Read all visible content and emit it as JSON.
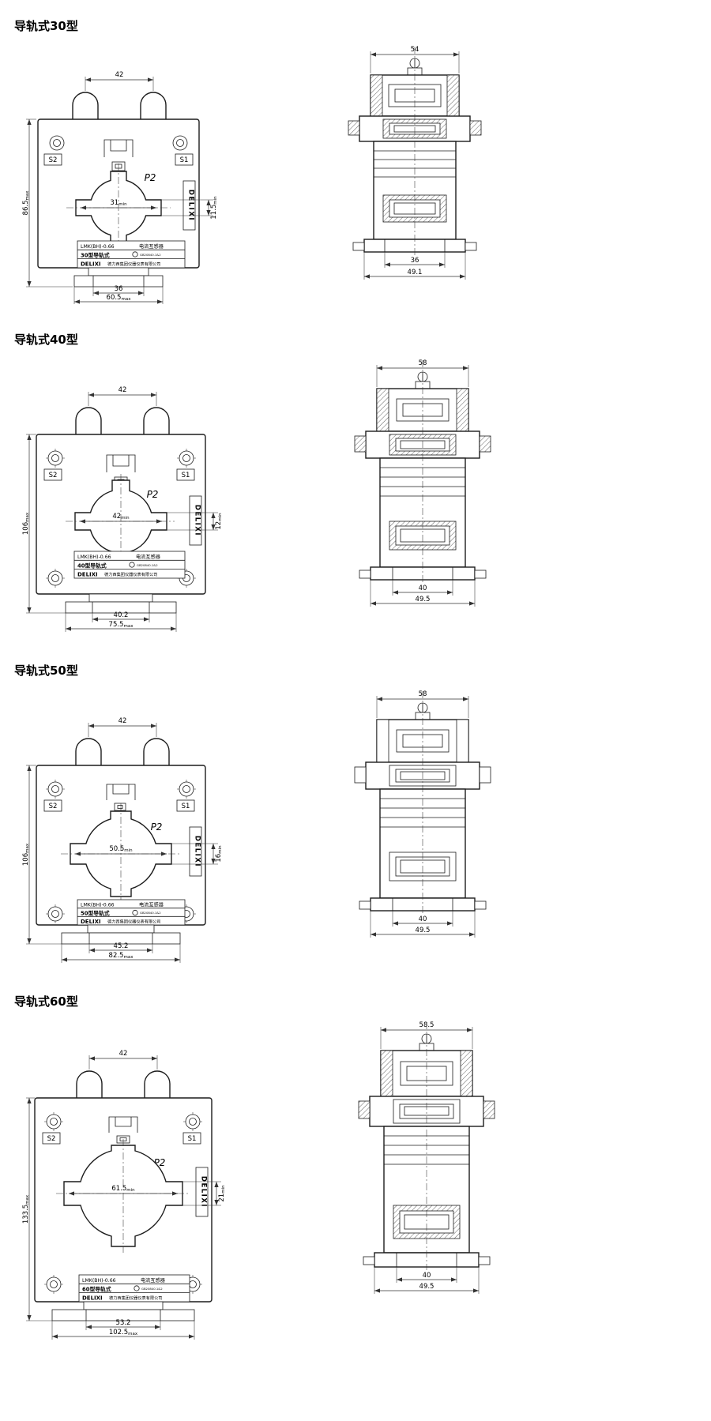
{
  "sections": [
    {
      "title": "导轨式30型",
      "front": {
        "dim_top": "42",
        "dim_height": {
          "v": "86.5",
          "s": "max"
        },
        "dim_hole": {
          "v": "31",
          "s": "min"
        },
        "dim_slot": {
          "v": "11.5",
          "s": "min"
        },
        "dim_rail": "36",
        "dim_width": {
          "v": "60.5",
          "s": "max"
        },
        "terminal_left": "S2",
        "terminal_right": "S1",
        "polarity": "P2",
        "brand_vertical": "DELIXI",
        "plate": {
          "model": "LMK(BH)-0.66",
          "product": "电流互感器",
          "type_line": "30型导轨式",
          "cert": "GB20840.1&2",
          "brand": "DELIXI",
          "company": "德力西集团仪器仪表有限公司"
        }
      },
      "side": {
        "dim_top": "54",
        "dim_rail": "36",
        "dim_foot": "49.1"
      }
    },
    {
      "title": "导轨式40型",
      "front": {
        "dim_top": "42",
        "dim_height": {
          "v": "106",
          "s": "max"
        },
        "dim_hole": {
          "v": "42",
          "s": "min"
        },
        "dim_slot": {
          "v": "12",
          "s": "min"
        },
        "dim_rail": "40.2",
        "dim_width": {
          "v": "75.5",
          "s": "max"
        },
        "terminal_left": "S2",
        "terminal_right": "S1",
        "polarity": "P2",
        "brand_vertical": "DELIXI",
        "plate": {
          "model": "LMK(BH)-0.66",
          "product": "电流互感器",
          "type_line": "40型导轨式",
          "cert": "GB20840.1&2",
          "brand": "DELIXI",
          "company": "德力西集团仪器仪表有限公司"
        }
      },
      "side": {
        "dim_top": "58",
        "dim_rail": "40",
        "dim_foot": "49.5"
      }
    },
    {
      "title": "导轨式50型",
      "front": {
        "dim_top": "42",
        "dim_height": {
          "v": "106",
          "s": "max"
        },
        "dim_hole": {
          "v": "50.5",
          "s": "min"
        },
        "dim_slot": {
          "v": "16",
          "s": "min"
        },
        "dim_rail": "45.2",
        "dim_width": {
          "v": "82.5",
          "s": "max"
        },
        "terminal_left": "S2",
        "terminal_right": "S1",
        "polarity": "P2",
        "brand_vertical": "DELIXI",
        "plate": {
          "model": "LMK(BH)-0.66",
          "product": "电流互感器",
          "type_line": "50型导轨式",
          "cert": "GB20840.1&2",
          "brand": "DELIXI",
          "company": "德力西集团仪器仪表有限公司"
        }
      },
      "side": {
        "dim_top": "58",
        "dim_rail": "40",
        "dim_foot": "49.5"
      }
    },
    {
      "title": "导轨式60型",
      "front": {
        "dim_top": "42",
        "dim_height": {
          "v": "133.5",
          "s": "max"
        },
        "dim_hole": {
          "v": "61.5",
          "s": "min"
        },
        "dim_slot": {
          "v": "21",
          "s": "min"
        },
        "dim_rail": "53.2",
        "dim_width": {
          "v": "102.5",
          "s": "max"
        },
        "terminal_left": "S2",
        "terminal_right": "S1",
        "polarity": "P2",
        "brand_vertical": "DELIXI",
        "plate": {
          "model": "LMK(BH)-0.66",
          "product": "电流互感器",
          "type_line": "60型导轨式",
          "cert": "GB20840.1&2",
          "brand": "DELIXI",
          "company": "德力西集团仪器仪表有限公司"
        }
      },
      "side": {
        "dim_top": "58.5",
        "dim_rail": "40",
        "dim_foot": "49.5"
      }
    }
  ]
}
